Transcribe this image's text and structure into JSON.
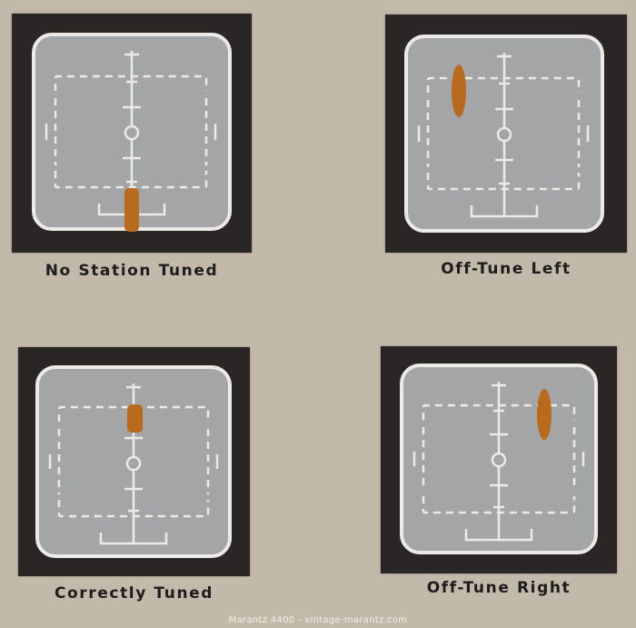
{
  "panels": [
    {
      "id": "no-station",
      "caption": "No Station Tuned",
      "indicator": "bottom-center"
    },
    {
      "id": "off-tune-left",
      "caption": "Off-Tune Left",
      "indicator": "upper-left"
    },
    {
      "id": "correctly-tuned",
      "caption": "Correctly Tuned",
      "indicator": "top-center"
    },
    {
      "id": "off-tune-right",
      "caption": "Off-Tune Right",
      "indicator": "upper-right"
    }
  ],
  "footer": "Marantz 4400  -  vintage-marantz.com",
  "colors": {
    "background": "#c3b9aa",
    "frame": "#2a2626",
    "screen": "#a3a5a6",
    "screen_border": "#eceae6",
    "graticule": "#eceae6",
    "indicator": "#b86a1f"
  }
}
